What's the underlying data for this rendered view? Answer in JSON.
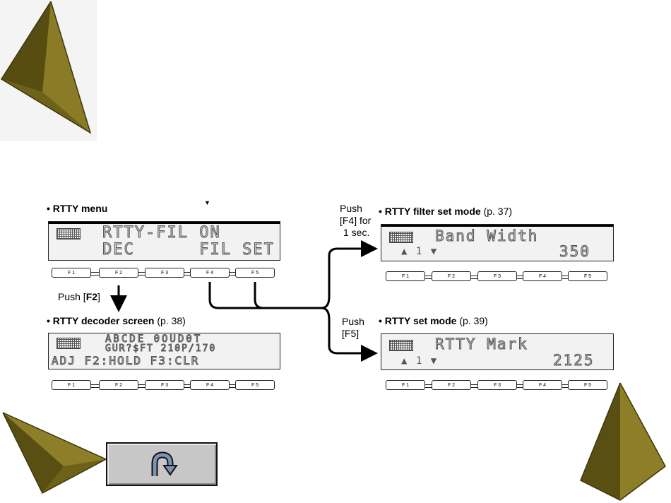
{
  "colors": {
    "pyramid_dark": "#4a4210",
    "pyramid_mid": "#7a6d1e",
    "pyramid_light": "#9c8c2e",
    "lcd_bg": "#f2f2f2",
    "button_gray": "#c7c7c7"
  },
  "rtty_menu": {
    "heading": "• RTTY menu",
    "line1": "RTTY-FIL ON",
    "line2": "DEC      FIL SET"
  },
  "decoder": {
    "heading": "• RTTY decoder screen",
    "ref": "(p. 38)",
    "line1": "ABCDE 0OUD0T",
    "line2": "GUR?$FT 210P/170",
    "line3": "ADJ F2:HOLD F3:CLR"
  },
  "filter": {
    "heading": "• RTTY filter set mode",
    "ref": "(p. 37)",
    "line1": "Band Width",
    "line2_left": "▲ 1 ▼",
    "line2_right": "350"
  },
  "set_mode": {
    "heading": "• RTTY set mode",
    "ref": "(p. 39)",
    "line1": "RTTY Mark",
    "line2_left": "▲ 1 ▼",
    "line2_right": "2125"
  },
  "fkeys": [
    "F 1",
    "F 2",
    "F 3",
    "F 4",
    "F 5"
  ],
  "notes": {
    "push_f2_prefix": "Push [",
    "push_f2_key": "F2",
    "push_f2_suffix": "]",
    "push_f4_line1": "Push",
    "push_f4_line2": "[F4] for",
    "push_f4_line3": "1 sec.",
    "push_f5_line1": "Push",
    "push_f5_line2": "[F5]"
  },
  "marker": "▼",
  "back_button": {
    "icon": "u-turn-arrow-icon"
  }
}
